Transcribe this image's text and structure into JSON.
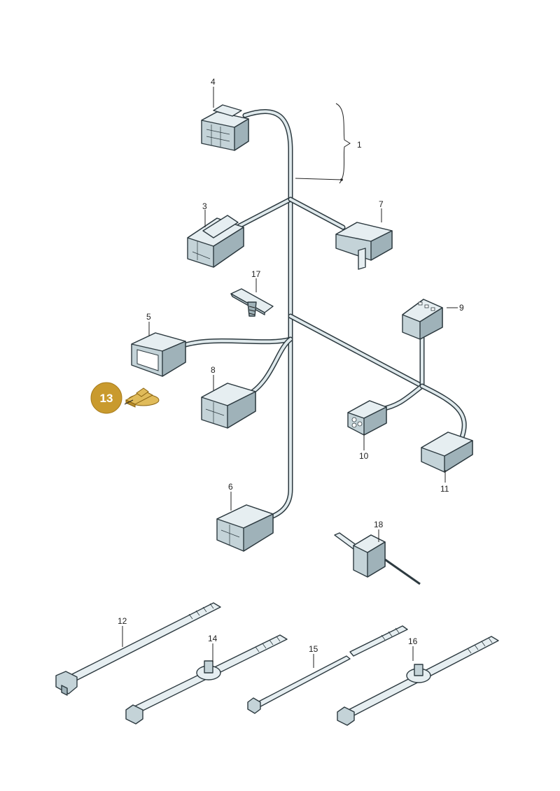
{
  "diagram": {
    "callouts": {
      "c1": "1",
      "c3": "3",
      "c4": "4",
      "c5": "5",
      "c6": "6",
      "c7": "7",
      "c8": "8",
      "c9": "9",
      "c10": "10",
      "c11": "11",
      "c12": "12",
      "c14": "14",
      "c15": "15",
      "c16": "16",
      "c17": "17",
      "c18": "18"
    },
    "highlight_badge": "13",
    "colors": {
      "highlight": "#c99a2e",
      "line": "#2d3a40",
      "part": "#e6eef1"
    }
  }
}
